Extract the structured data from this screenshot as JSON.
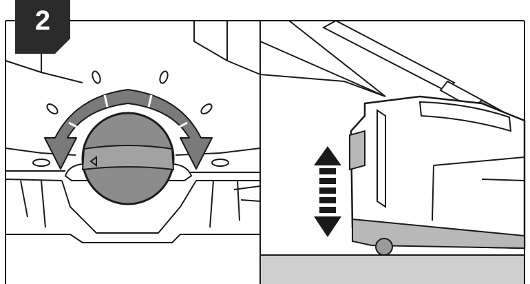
{
  "step": {
    "number": "2"
  },
  "panels": [
    {
      "name": "height-adjust-dial",
      "icon": "rotate-dial-icon"
    },
    {
      "name": "mower-deck-side-view",
      "icon": "up-down-arrow-icon"
    }
  ],
  "colors": {
    "line": "#1a1a1a",
    "badge": "#2b2b2b",
    "dial_fill": "#8c8c8c",
    "arrow_fill": "#7a7a7a",
    "ground": "#cfcfcf",
    "mower_shadow": "#b8b8b8"
  }
}
